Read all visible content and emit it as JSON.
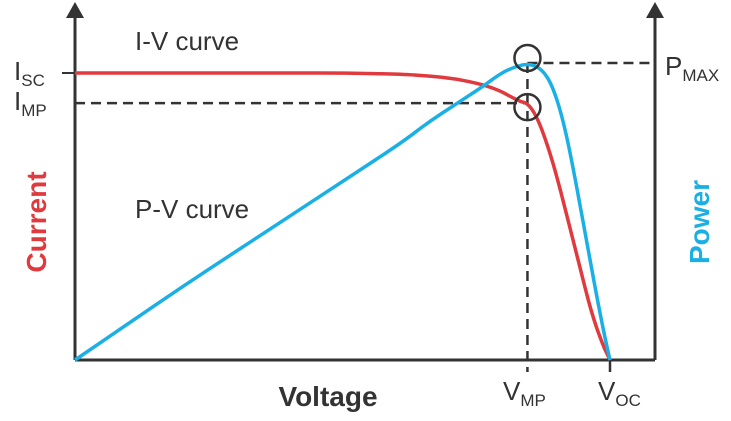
{
  "chart_data": {
    "type": "line",
    "title": "",
    "xlabel": "Voltage",
    "ylabel_left": "Current",
    "ylabel_right": "Power",
    "x_range": [
      0,
      1
    ],
    "current_range": [
      0,
      1
    ],
    "power_range": [
      0,
      1
    ],
    "grid": false,
    "series": [
      {
        "name": "I-V curve",
        "axis": "left",
        "color": "#e03a3e",
        "points": [
          [
            0.0,
            1.0
          ],
          [
            0.1,
            1.0
          ],
          [
            0.2,
            1.0
          ],
          [
            0.3,
            1.0
          ],
          [
            0.4,
            1.0
          ],
          [
            0.5,
            1.0
          ],
          [
            0.6,
            0.996
          ],
          [
            0.65,
            0.99
          ],
          [
            0.7,
            0.98
          ],
          [
            0.75,
            0.96
          ],
          [
            0.78,
            0.94
          ],
          [
            0.8,
            0.92
          ],
          [
            0.82,
            0.9
          ],
          [
            0.833,
            0.895
          ],
          [
            0.85,
            0.85
          ],
          [
            0.87,
            0.75
          ],
          [
            0.89,
            0.62
          ],
          [
            0.91,
            0.47
          ],
          [
            0.93,
            0.32
          ],
          [
            0.95,
            0.17
          ],
          [
            0.97,
            0.06
          ],
          [
            0.985,
            0.0
          ]
        ]
      },
      {
        "name": "P-V curve",
        "axis": "right",
        "color": "#1ab0e6",
        "points": [
          [
            0.0,
            0.0
          ],
          [
            0.1,
            0.125
          ],
          [
            0.2,
            0.25
          ],
          [
            0.3,
            0.37
          ],
          [
            0.4,
            0.49
          ],
          [
            0.5,
            0.61
          ],
          [
            0.6,
            0.73
          ],
          [
            0.65,
            0.8
          ],
          [
            0.7,
            0.86
          ],
          [
            0.75,
            0.92
          ],
          [
            0.78,
            0.96
          ],
          [
            0.8,
            0.98
          ],
          [
            0.833,
            1.0
          ],
          [
            0.86,
            0.98
          ],
          [
            0.88,
            0.92
          ],
          [
            0.9,
            0.8
          ],
          [
            0.92,
            0.62
          ],
          [
            0.94,
            0.42
          ],
          [
            0.96,
            0.22
          ],
          [
            0.975,
            0.08
          ],
          [
            0.985,
            0.0
          ]
        ]
      }
    ],
    "markers": {
      "vmp": 0.833,
      "voc": 0.985,
      "isc": 1.0,
      "imp": 0.895,
      "pmax": 1.0
    },
    "labels": {
      "isc_main": "I",
      "isc_sub": "SC",
      "imp_main": "I",
      "imp_sub": "MP",
      "pmax_main": "P",
      "pmax_sub": "MAX",
      "vmp_main": "V",
      "vmp_sub": "MP",
      "voc_main": "V",
      "voc_sub": "OC"
    }
  },
  "colors": {
    "axis": "#333333",
    "current": "#e03a3e",
    "power": "#1ab0e6",
    "dashed": "#333333"
  }
}
